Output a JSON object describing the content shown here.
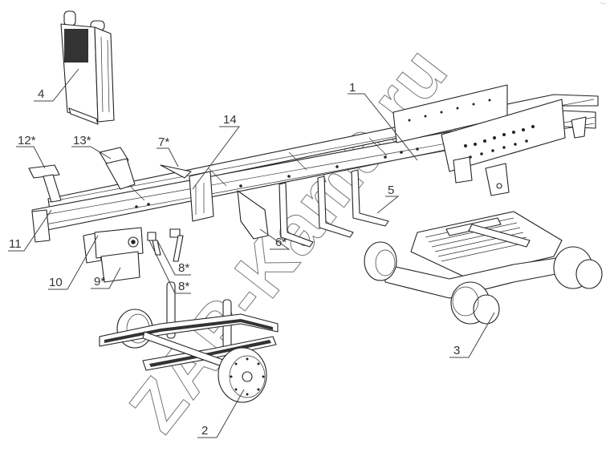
{
  "diagram": {
    "title": "Truck chassis exploded view",
    "watermark": "ZAP-Kama.ru",
    "corner_mark": "ᐟ—",
    "callouts": [
      {
        "id": "1",
        "text": "1",
        "part": "frame"
      },
      {
        "id": "2",
        "text": "2",
        "part": "front-axle-with-leaf-springs"
      },
      {
        "id": "3",
        "text": "3",
        "part": "rear-bogie-tandem-axle"
      },
      {
        "id": "4",
        "text": "4",
        "part": "radiator"
      },
      {
        "id": "5",
        "text": "5",
        "part": "rear-mount-brackets"
      },
      {
        "id": "6",
        "text": "6*",
        "part": "bracket"
      },
      {
        "id": "7",
        "text": "7*",
        "part": "bracket"
      },
      {
        "id": "8a",
        "text": "8*",
        "part": "bracket"
      },
      {
        "id": "8b",
        "text": "8*",
        "part": "bracket"
      },
      {
        "id": "9",
        "text": "9*",
        "part": "bumper-mount"
      },
      {
        "id": "10",
        "text": "10",
        "part": "front-bracket"
      },
      {
        "id": "11",
        "text": "11",
        "part": "front-crossmember"
      },
      {
        "id": "12",
        "text": "12*",
        "part": "cab-mount-bracket-left"
      },
      {
        "id": "13",
        "text": "13*",
        "part": "cab-mount-bracket-right"
      },
      {
        "id": "14",
        "text": "14",
        "part": "frame-bracket"
      }
    ]
  }
}
